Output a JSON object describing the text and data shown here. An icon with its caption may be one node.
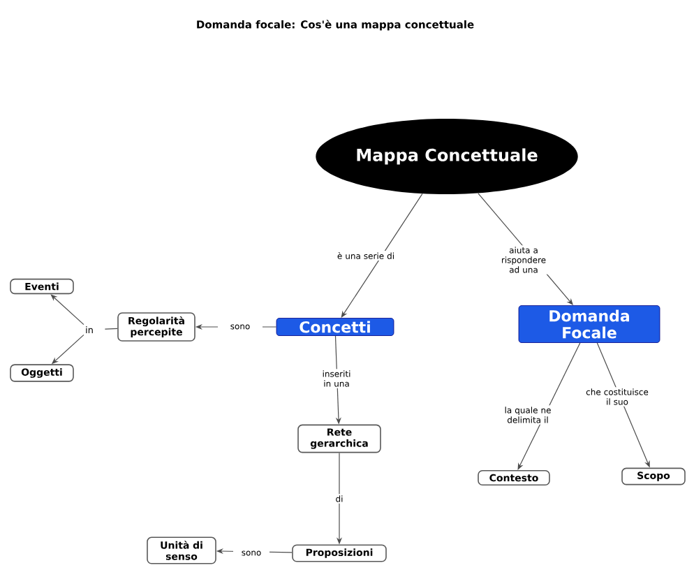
{
  "diagram": {
    "title": "Domanda focale: Cos'è una mappa concettuale",
    "nodes": [
      {
        "text": [
          "Mappa Concettuale"
        ]
      },
      {
        "text": [
          "Eventi"
        ]
      },
      {
        "text": [
          "Regolarità percepite"
        ]
      },
      {
        "text": [
          "Concetti"
        ]
      },
      {
        "text": [
          "Domanda Focale"
        ]
      },
      {
        "text": [
          "in"
        ]
      },
      {
        "text": [
          "Oggetti"
        ]
      },
      {
        "text": [
          "Rete gerarchica"
        ]
      },
      {
        "text": [
          "Contesto"
        ]
      },
      {
        "text": [
          "Scopo"
        ]
      },
      {
        "text": [
          "Unità di senso"
        ]
      },
      {
        "text": [
          "Proposizioni"
        ]
      }
    ],
    "edges": [
      {
        "from": 0,
        "to": 3,
        "arrow": "to",
        "label": "è una serie di"
      },
      {
        "from": 0,
        "to": 4,
        "arrow": "to",
        "label": "aiuta a rispondere ad una"
      },
      {
        "from": 3,
        "to": 2,
        "arrow": "to",
        "label": "sono"
      },
      {
        "from": 2,
        "to": 5,
        "arrow": "none"
      },
      {
        "from": 5,
        "to": 1,
        "arrow": "to"
      },
      {
        "from": 5,
        "to": 6,
        "arrow": "to"
      },
      {
        "from": 3,
        "to": 7,
        "arrow": "to",
        "label": "inseriti in una"
      },
      {
        "from": 4,
        "to": 8,
        "arrow": "to",
        "label": "la quale ne delimita il"
      },
      {
        "from": 4,
        "to": 9,
        "arrow": "to",
        "label": "che costituisce il suo"
      },
      {
        "from": 7,
        "to": 11,
        "arrow": "to",
        "label": "di"
      },
      {
        "from": 11,
        "to": 10,
        "arrow": "to",
        "label": "sono"
      }
    ]
  }
}
